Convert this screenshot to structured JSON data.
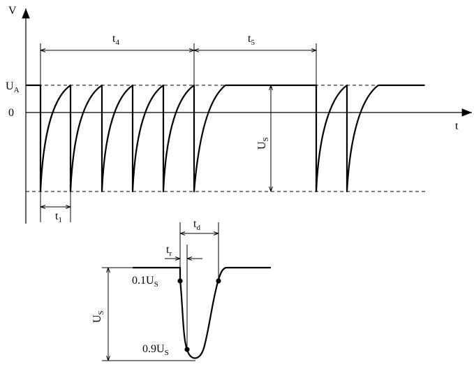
{
  "axes": {
    "y_label": "V",
    "x_label": "t",
    "zero_label": "0",
    "ua_label": {
      "main": "U",
      "sub": "A"
    }
  },
  "intervals": {
    "t4": {
      "main": "t",
      "sub": "4"
    },
    "t5": {
      "main": "t",
      "sub": "5"
    },
    "t1": {
      "main": "t",
      "sub": "1"
    },
    "td": {
      "main": "t",
      "sub": "d"
    },
    "tr": {
      "main": "t",
      "sub": "r"
    }
  },
  "amplitude": {
    "top": {
      "main": "U",
      "sub": "S"
    },
    "detail": {
      "main": "U",
      "sub": "S"
    }
  },
  "levels": {
    "p10": {
      "prefix": "0.1U",
      "sub": "S"
    },
    "p90": {
      "prefix": "0.9U",
      "sub": "S"
    }
  }
}
